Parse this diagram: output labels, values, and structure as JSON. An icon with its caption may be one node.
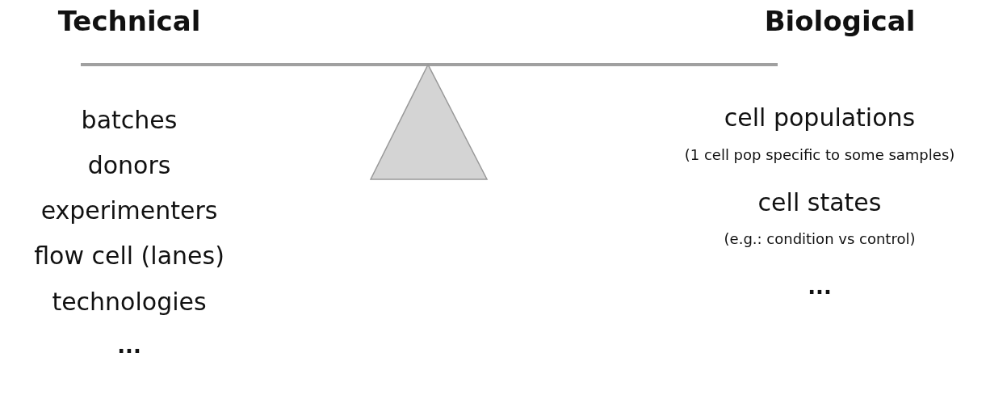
{
  "diagram": {
    "labels": [
      "Technical",
      "Biological",
      "batches",
      "donors",
      "experimenters",
      "flow cell (lanes)",
      "technologies",
      "...",
      "cell populations",
      "(1 cell pop specific to some samples)",
      "cell states",
      "(e.g.: condition vs control)",
      "..."
    ]
  }
}
